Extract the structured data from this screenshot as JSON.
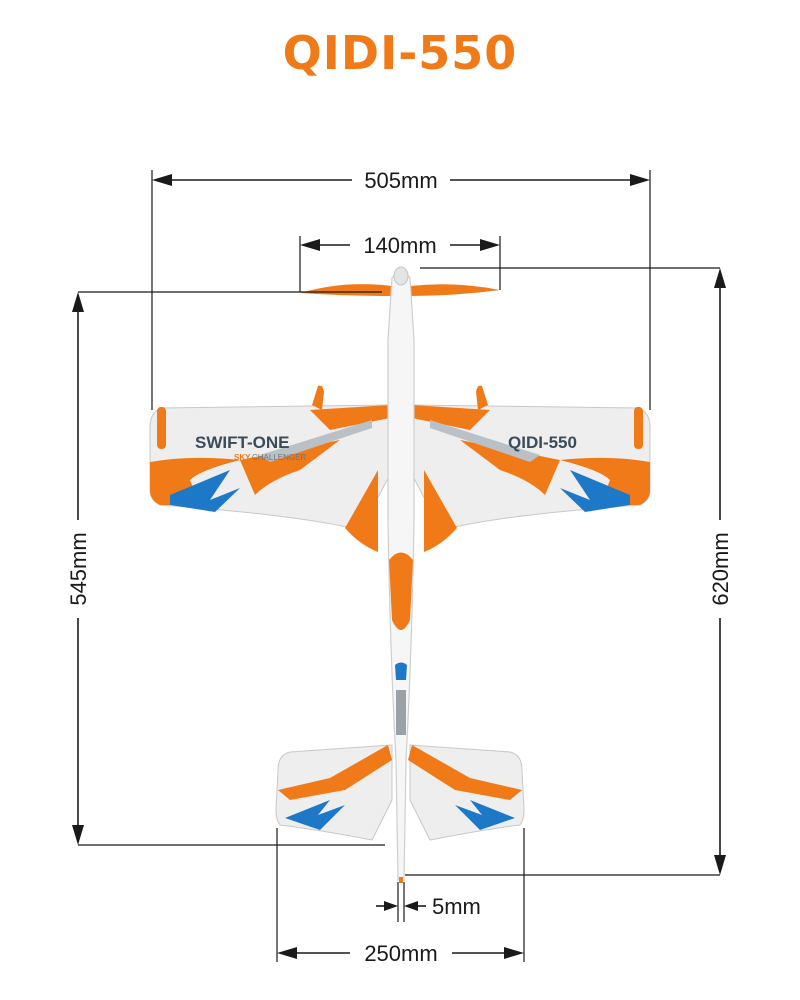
{
  "title": "QIDI-550",
  "colors": {
    "accent_orange": "#f07a17",
    "accent_blue": "#1e78c8",
    "body_white": "#f4f4f4",
    "line_dark": "#1a1a1a"
  },
  "dimensions": {
    "wingspan": "505mm",
    "propeller": "140mm",
    "fuselage_length": "545mm",
    "overall_length": "620mm",
    "tail_tip": "5mm",
    "tailplane_span": "250mm"
  },
  "wing_labels": {
    "left_main": "SWIFT-ONE",
    "left_sub_1": "SKY",
    "left_sub_2": "CHALLENGER",
    "right_main": "QIDI-550"
  }
}
